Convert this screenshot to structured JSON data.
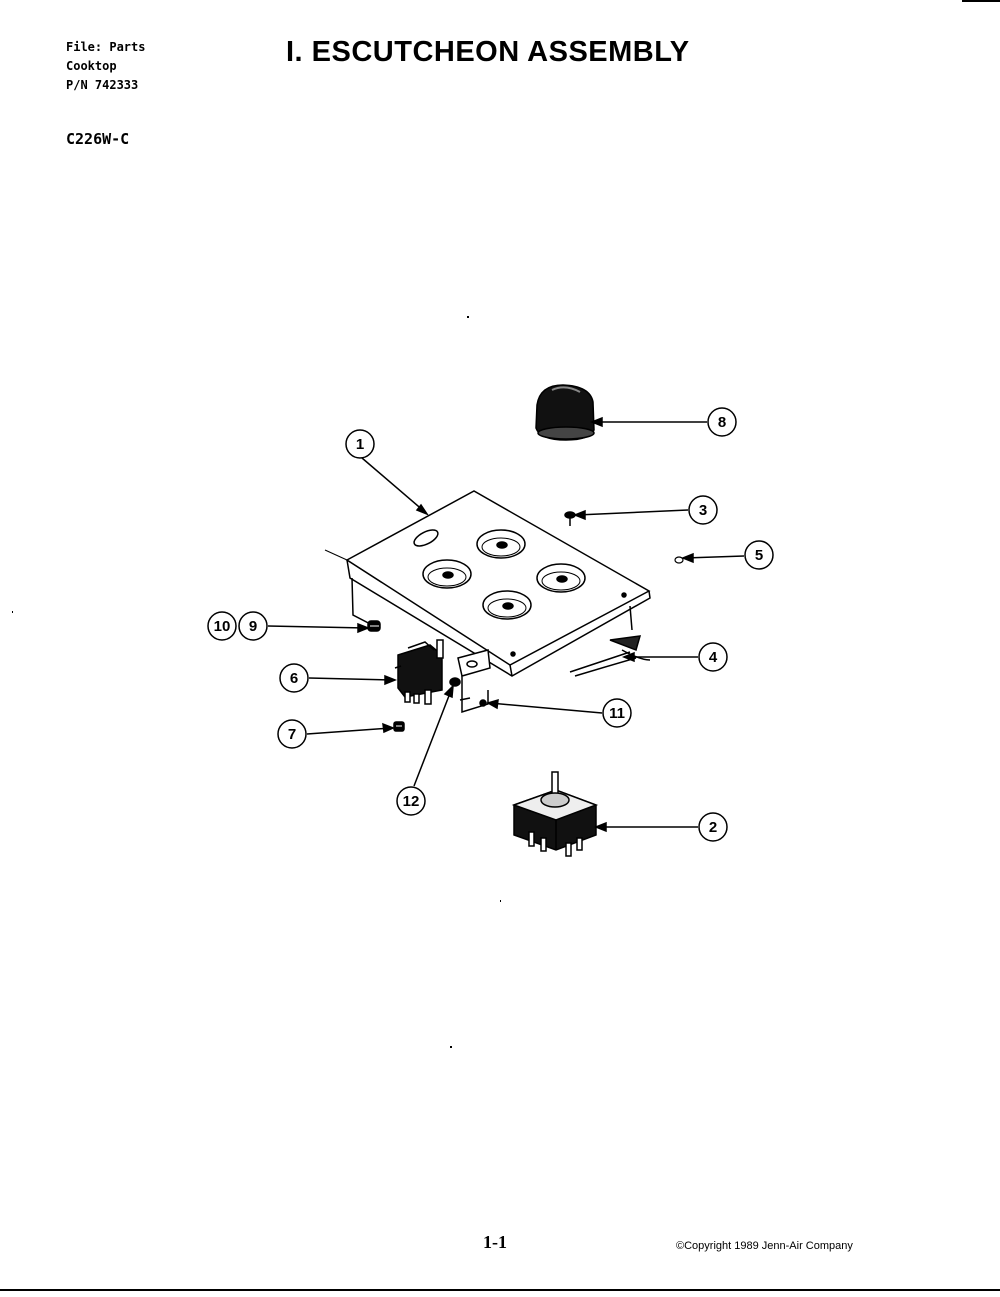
{
  "header": {
    "file_line": "File: Parts",
    "product_line": "Cooktop",
    "pn_line": "P/N 742333",
    "model": "C226W-C",
    "title": "I. ESCUTCHEON ASSEMBLY"
  },
  "callouts": [
    {
      "id": "1",
      "label": "1"
    },
    {
      "id": "2",
      "label": "2"
    },
    {
      "id": "3",
      "label": "3"
    },
    {
      "id": "4",
      "label": "4"
    },
    {
      "id": "5",
      "label": "5"
    },
    {
      "id": "6",
      "label": "6"
    },
    {
      "id": "7",
      "label": "7"
    },
    {
      "id": "8",
      "label": "8"
    },
    {
      "id": "9",
      "label": "9"
    },
    {
      "id": "10",
      "label": "10"
    },
    {
      "id": "11",
      "label": "11"
    },
    {
      "id": "12",
      "label": "12"
    }
  ],
  "footer": {
    "page": "1-1",
    "copyright": "©Copyright 1989 Jenn-Air Company"
  }
}
